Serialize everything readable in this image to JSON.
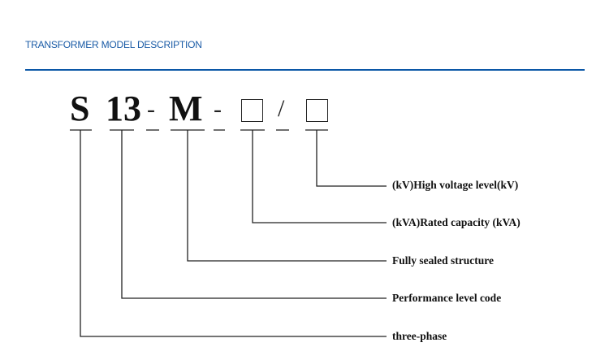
{
  "header": {
    "title": "TRANSFORMER MODEL DESCRIPTION"
  },
  "model": {
    "phase": "S",
    "performance": "13",
    "dash": "-",
    "structure": "M",
    "slash": "/"
  },
  "labels": {
    "high_voltage": "(kV)High voltage level(kV)",
    "rated_capacity": "(kVA)Rated capacity (kVA)",
    "sealed": "Fully sealed structure",
    "performance": "Performance level code",
    "phase": "three-phase"
  }
}
